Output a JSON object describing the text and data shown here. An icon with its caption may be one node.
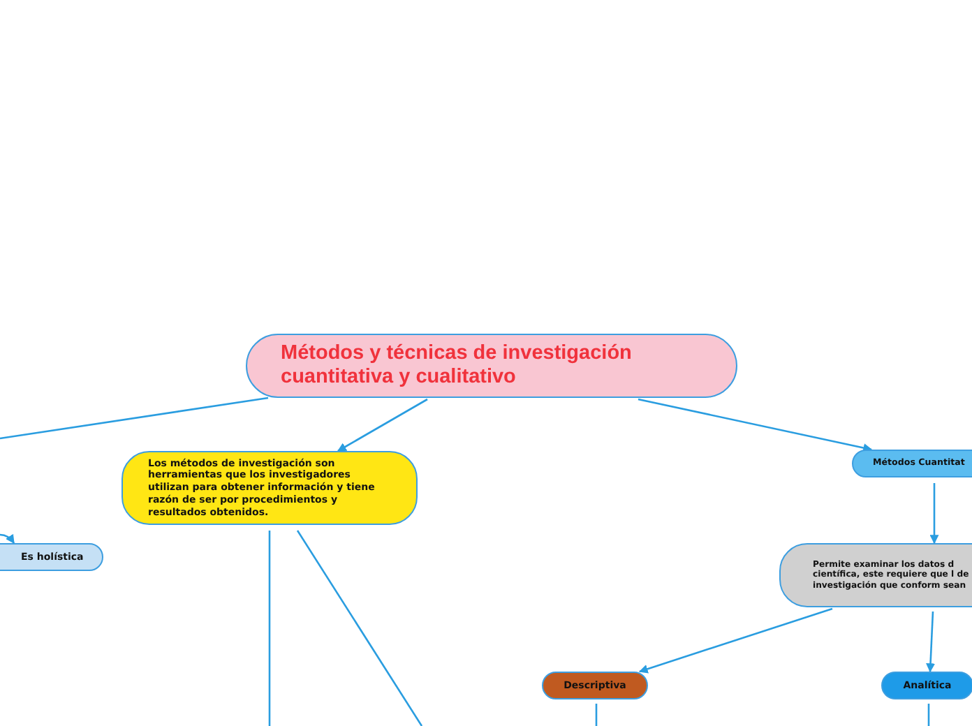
{
  "diagram": {
    "nodes": [
      {
        "text": [
          "Métodos y técnicas de investigación cuantitativa y cualitativo"
        ]
      },
      {
        "text": [
          "Los métodos de investigación son herramientas que los investigadores utilizan para obtener información y tiene razón de ser por procedimientos y resultados obtenidos."
        ]
      },
      {
        "text": [
          "Es holística"
        ]
      },
      {
        "text": [
          "Métodos Cuantitat"
        ]
      },
      {
        "text": [
          "Permite examinar los datos d científica, este requiere que l de investigación que conform sean"
        ]
      },
      {
        "text": [
          "Descriptiva"
        ]
      },
      {
        "text": [
          "Analítica"
        ]
      }
    ],
    "edges": [
      {
        "from": 0,
        "to": null,
        "arrow": "none"
      },
      {
        "from": 0,
        "to": 1,
        "arrow": "to"
      },
      {
        "from": 0,
        "to": 3,
        "arrow": "to"
      },
      {
        "from": null,
        "to": 2,
        "arrow": "to"
      },
      {
        "from": 1,
        "to": null,
        "arrow": "none"
      },
      {
        "from": 1,
        "to": null,
        "arrow": "none"
      },
      {
        "from": 3,
        "to": 4,
        "arrow": "to"
      },
      {
        "from": 4,
        "to": 5,
        "arrow": "to"
      },
      {
        "from": 4,
        "to": 6,
        "arrow": "to"
      },
      {
        "from": 5,
        "to": null,
        "arrow": "none"
      },
      {
        "from": 6,
        "to": null,
        "arrow": "none"
      }
    ]
  }
}
